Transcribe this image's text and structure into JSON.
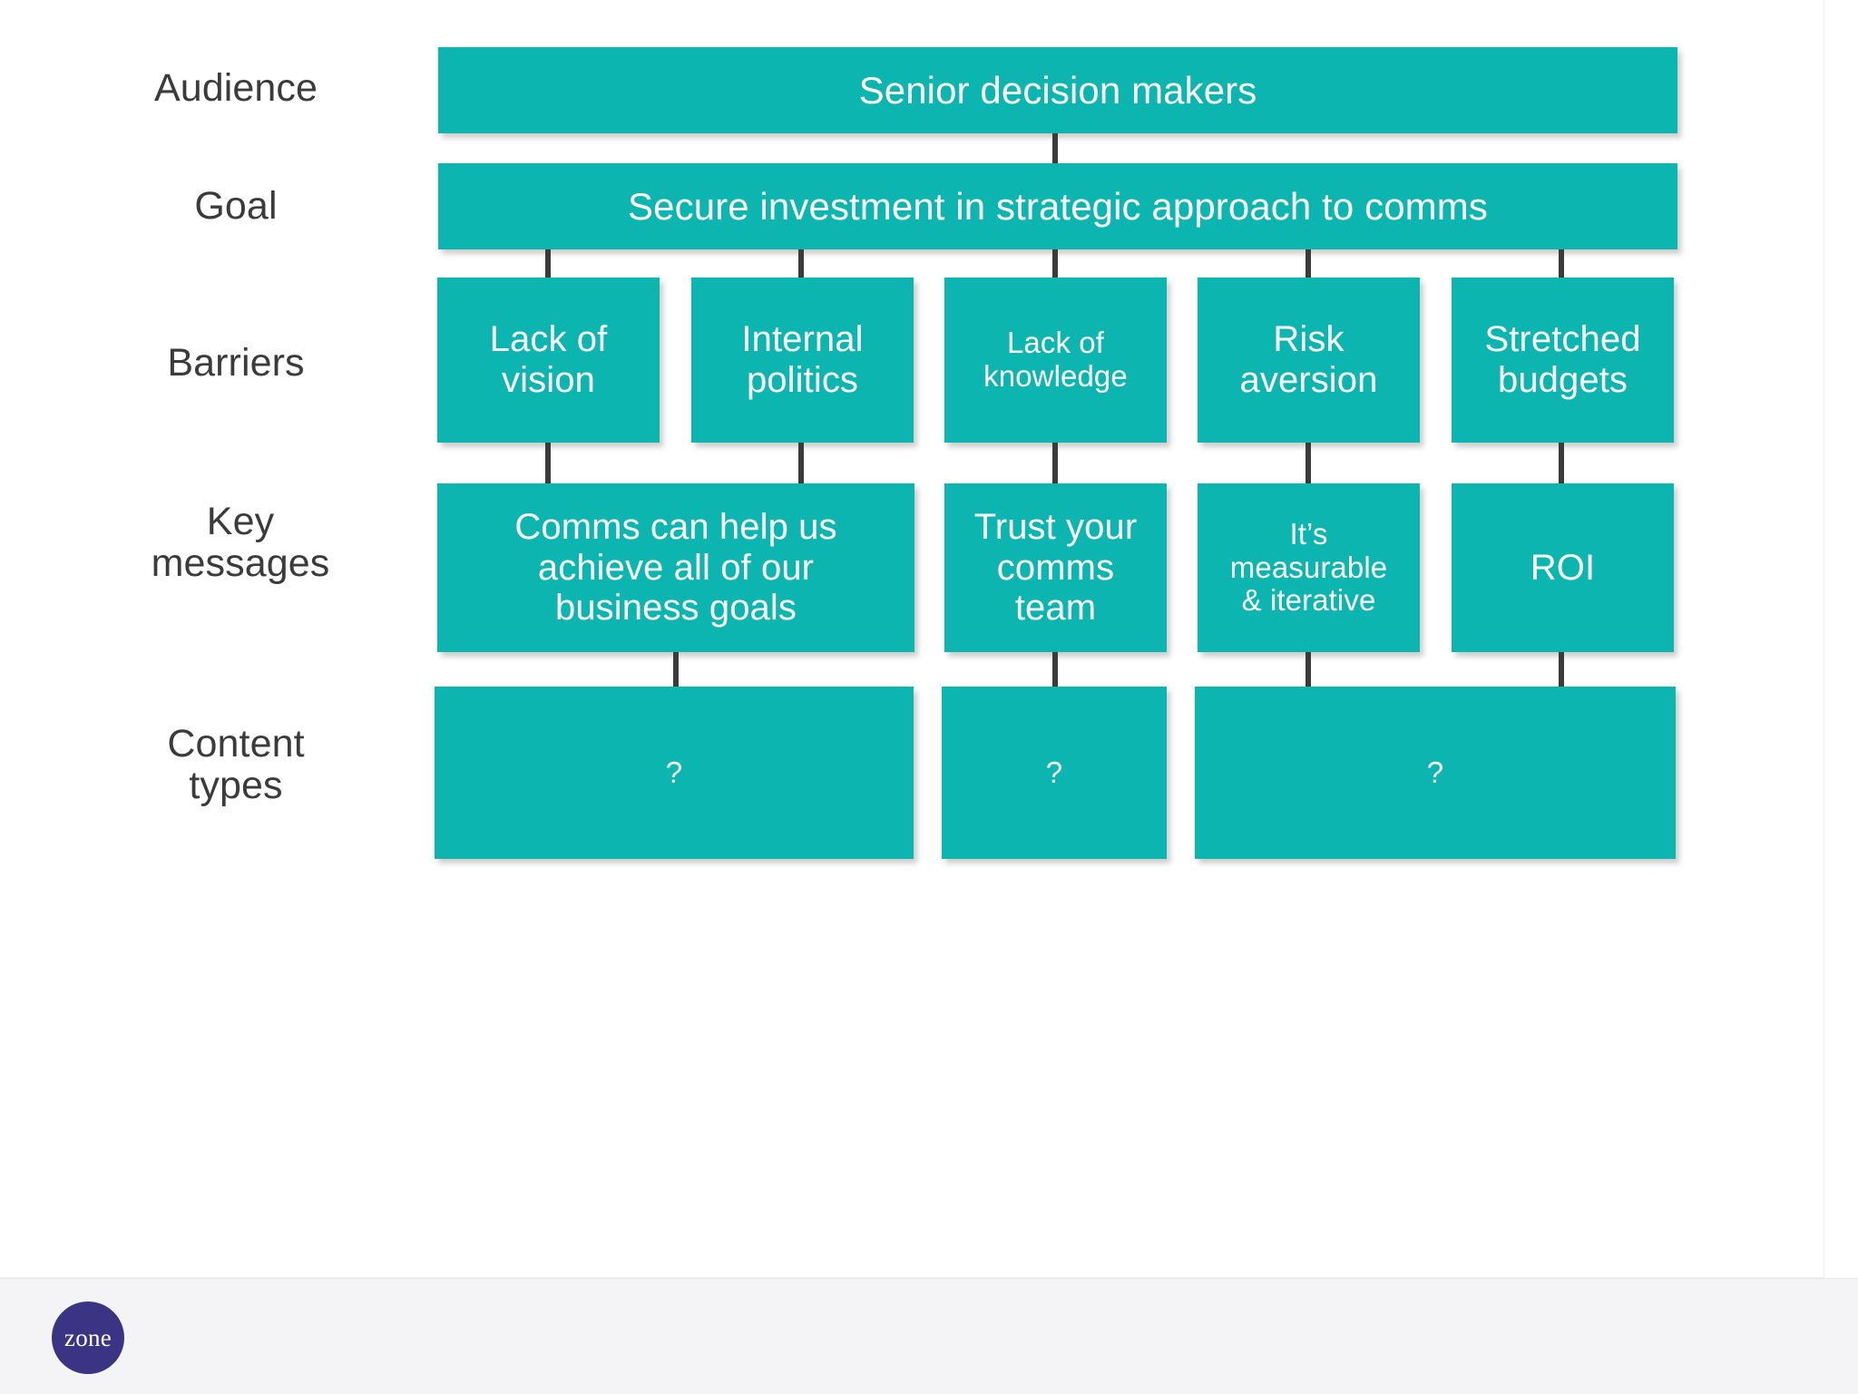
{
  "slide": {
    "background_color": "#ffffff",
    "node_color": "#0cb5b0",
    "connector_color": "#3b3b3b",
    "label_color": "#3b3b3b",
    "logo_color": "#3b3484"
  },
  "row_labels": {
    "audience": "Audience",
    "goal": "Goal",
    "barriers": "Barriers",
    "key_messages": "Key\nmessages",
    "content_types": "Content\ntypes"
  },
  "rows": {
    "audience": [
      {
        "text": "Senior decision makers"
      }
    ],
    "goal": [
      {
        "text": "Secure investment in strategic approach to comms"
      }
    ],
    "barriers": [
      {
        "text": "Lack of\nvision"
      },
      {
        "text": "Internal\npolitics"
      },
      {
        "text": "Lack of\nknowledge"
      },
      {
        "text": "Risk\naversion"
      },
      {
        "text": "Stretched\nbudgets"
      }
    ],
    "key_messages": [
      {
        "text": "Comms can help us\nachieve all of our\nbusiness goals"
      },
      {
        "text": "Trust your\ncomms\nteam"
      },
      {
        "text": "It’s\nmeasurable\n& iterative"
      },
      {
        "text": "ROI"
      }
    ],
    "content_types": [
      {
        "text": "?"
      },
      {
        "text": "?"
      },
      {
        "text": "?"
      }
    ]
  },
  "footer": {
    "logo_text": "zone"
  }
}
